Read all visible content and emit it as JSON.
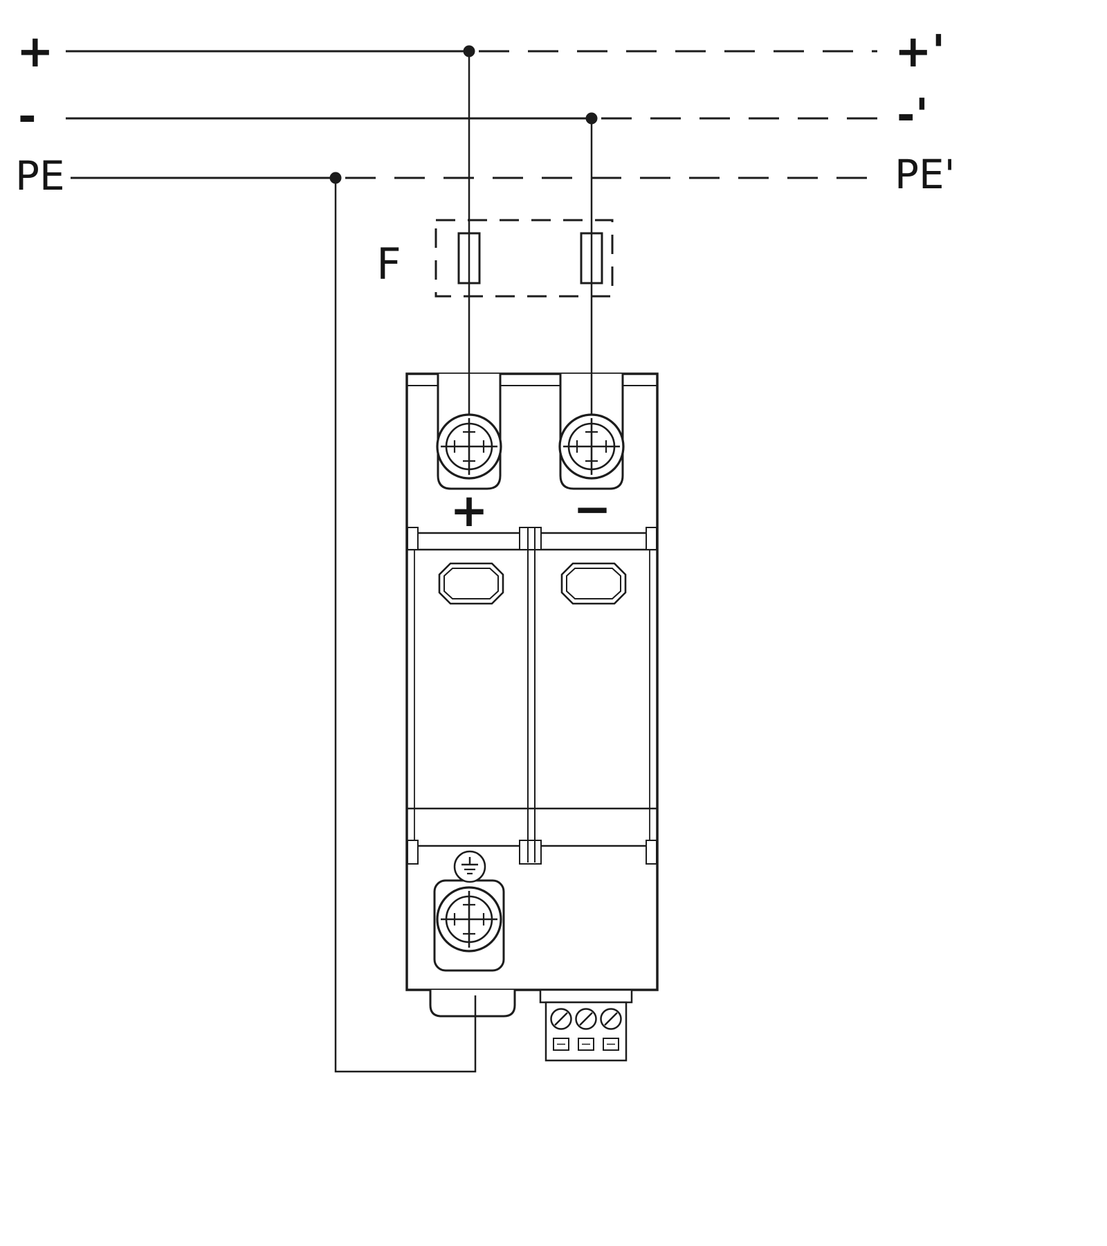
{
  "diagram": {
    "lines": {
      "plus": {
        "label_left": "+",
        "label_right": "+'"
      },
      "minus": {
        "label_left": "-",
        "label_right": "-'"
      },
      "pe": {
        "label_left": "PE",
        "label_right": "PE'"
      }
    },
    "fuse": {
      "label": "F"
    },
    "device": {
      "terminal_plus_label": "+",
      "terminal_minus_label": "−"
    },
    "colors": {
      "line": "#1c1c1c",
      "background": "#ffffff"
    }
  }
}
